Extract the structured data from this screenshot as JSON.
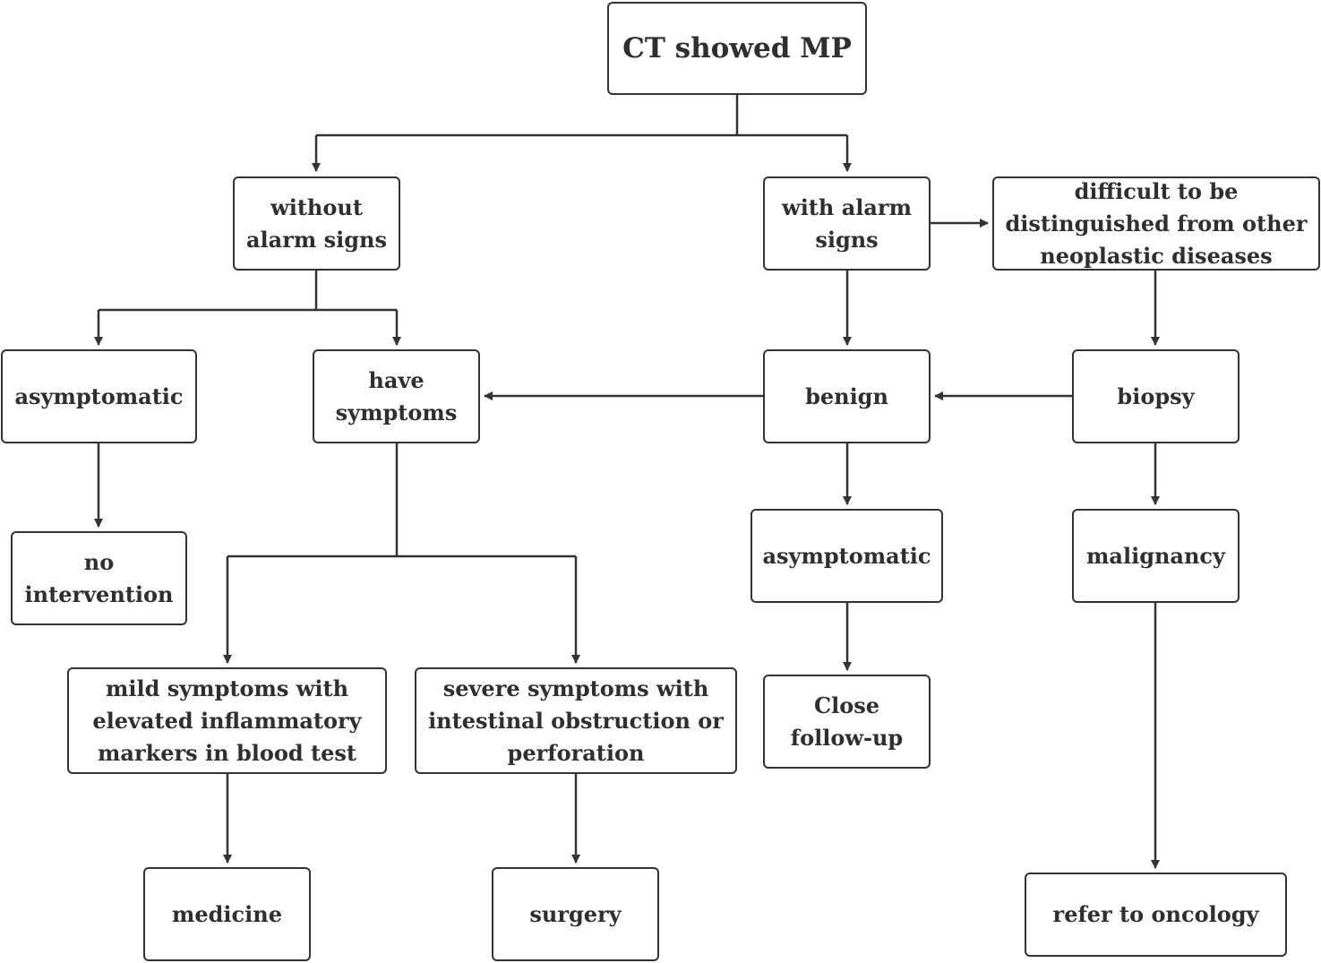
{
  "nodes": {
    "ct_showed_mp": "CT showed MP",
    "without_alarm_signs": "without\nalarm signs",
    "with_alarm_signs": "with alarm\nsigns",
    "difficult_to_distinguish": "difficult to be\ndistinguished from other\nneoplastic diseases",
    "asymptomatic_left": "asymptomatic",
    "have_symptoms": "have\nsymptoms",
    "benign": "benign",
    "biopsy": "biopsy",
    "no_intervention": "no\nintervention",
    "asymptomatic_right": "asymptomatic",
    "malignancy": "malignancy",
    "mild_symptoms": "mild symptoms with\nelevated inflammatory\nmarkers in blood test",
    "severe_symptoms": "severe symptoms with\nintestinal obstruction or\nperforation",
    "close_follow_up": "Close\nfollow-up",
    "medicine": "medicine",
    "surgery": "surgery",
    "refer_to_oncology": "refer to oncology"
  },
  "colors": {
    "stroke": "#333333",
    "text": "#2f2f2f",
    "background": "#ffffff"
  }
}
